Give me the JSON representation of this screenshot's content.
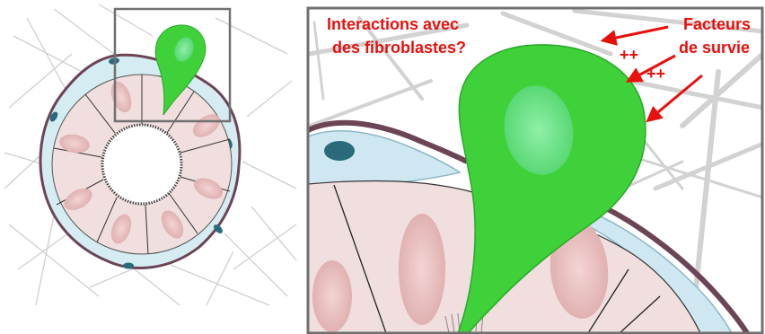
{
  "labels": {
    "interactions_line1": "Interactions avec",
    "interactions_line2": "des fibroblastes?",
    "facteurs_line1": "Facteurs",
    "facteurs_line2": "de survie",
    "plusplus_1": "++",
    "plusplus_2": "++"
  },
  "colors": {
    "annotation_red": "#e8100d",
    "cell_green": "#3fd13a",
    "cell_green_dark": "#22a620",
    "nucleus_green": "#6fe28a",
    "epithelium_pink": "#f1dede",
    "epithelium_nucleus": "#e5bcbc",
    "membrane_purple": "#6b4456",
    "myoepithelial_blue": "#cfe7f0",
    "myoepithelial_nucleus": "#2a6a7a",
    "fiber_gray": "#c8c8c8",
    "frame_gray": "#707070"
  },
  "icons": {
    "annotation_arrows": "arrow-icon"
  }
}
